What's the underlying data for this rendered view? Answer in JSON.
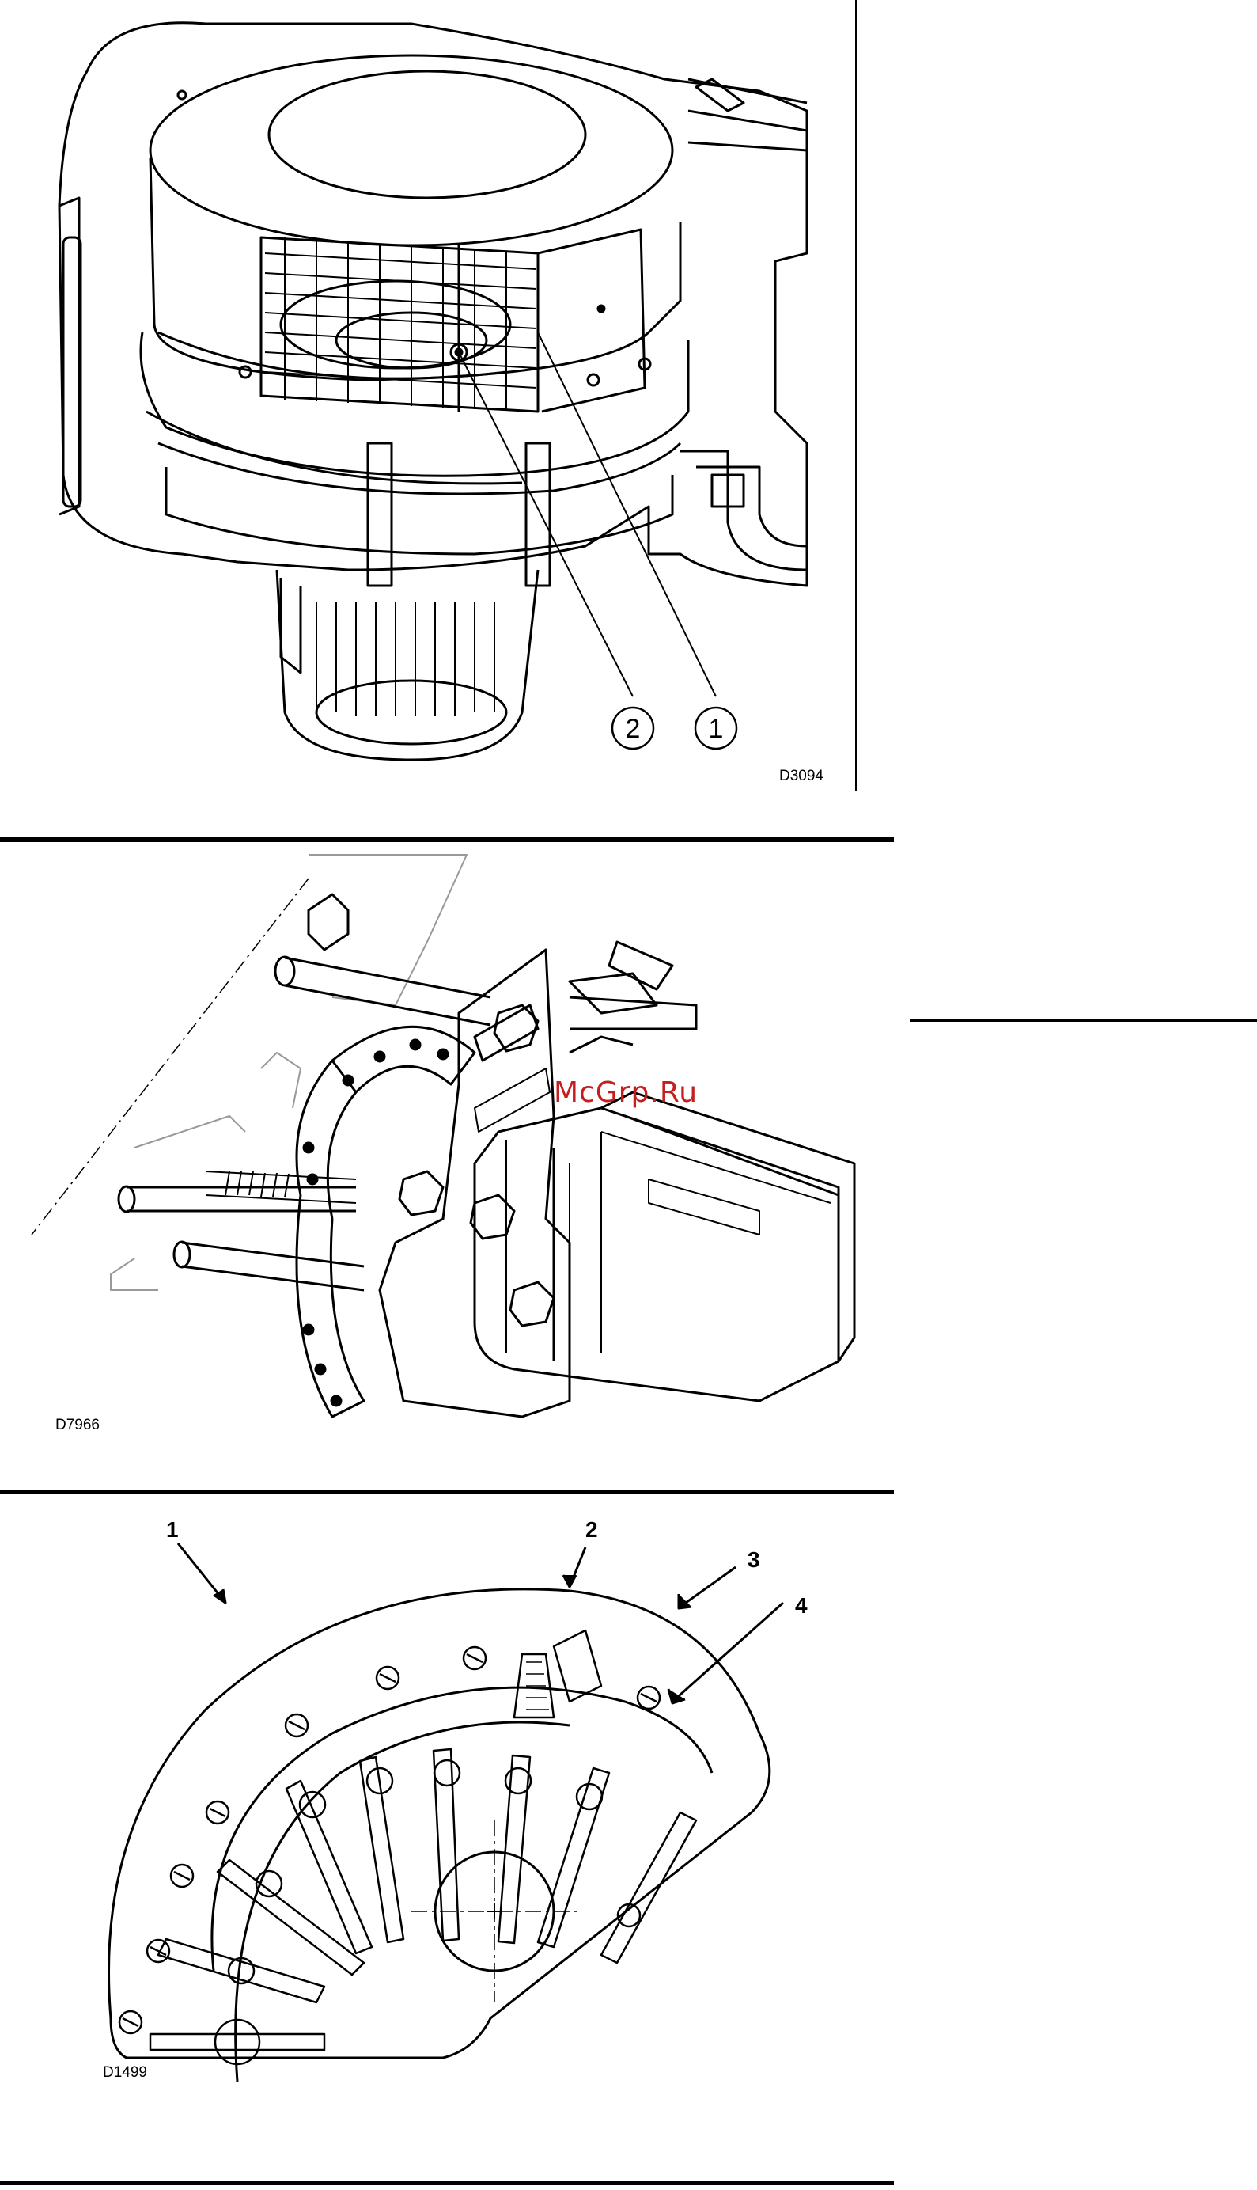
{
  "figures": [
    {
      "id": "burner-fan-view",
      "code": "D3094",
      "callouts": [
        "1",
        "2"
      ]
    },
    {
      "id": "burner-hinge-view",
      "code": "D7966"
    },
    {
      "id": "nozzle-ring-view",
      "code": "D1499",
      "callouts": [
        "1",
        "2",
        "3",
        "4"
      ]
    }
  ],
  "watermark": "McGrp.Ru",
  "colors": {
    "line": "#000000",
    "watermark": "#c41e1e",
    "shade": "#d8d8d8"
  }
}
